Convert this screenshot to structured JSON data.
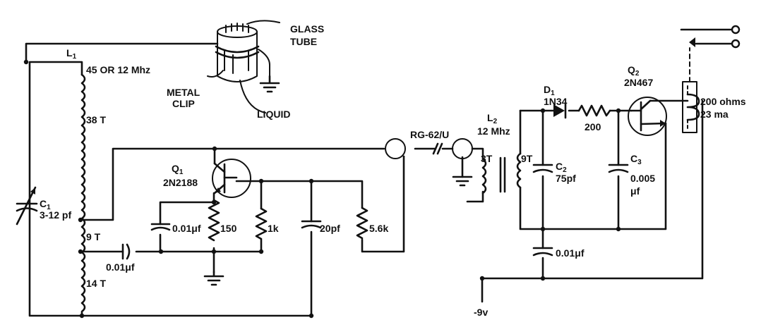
{
  "sensor": {
    "glass_tube_label": [
      "GLASS",
      "TUBE"
    ],
    "metal_clip_label": [
      "METAL",
      "CLIP"
    ],
    "liquid_label": "LIQUID"
  },
  "tank": {
    "inductor_ref": "L",
    "inductor_sub": "1",
    "frequency": "45 OR 12 Mhz",
    "turns_upper": "38 T",
    "turns_tap": "9 T",
    "turns_lower": "14 T",
    "cap_ref": "C",
    "cap_sub": "1",
    "cap_value": "3-12 pf"
  },
  "oscillator": {
    "transistor_ref": "Q",
    "transistor_sub": "1",
    "transistor_part": "2N2188",
    "coupling_cap": "0.01μf",
    "emitter_bypass_cap": "0.01μf",
    "emitter_resistor": "150",
    "resistor_1k": "1k",
    "cap_20pf": "20pf",
    "resistor_5_6k": "5.6k"
  },
  "cable": {
    "type": "RG-62/U"
  },
  "receiver": {
    "inductor_ref": "L",
    "inductor_sub": "2",
    "frequency": "12 Mhz",
    "primary_turns": "3T",
    "secondary_turns": "9T",
    "c2_ref": "C",
    "c2_sub": "2",
    "c2_value": "75pf",
    "diode_ref": "D",
    "diode_sub": "1",
    "diode_part": "1N34",
    "series_resistor": "200",
    "c3_ref": "C",
    "c3_sub": "3",
    "c3_value_1": "0.005",
    "c3_value_2": "μf",
    "supply_bypass_cap": "0.01μf",
    "supply_voltage": "-9v"
  },
  "output": {
    "transistor_ref": "Q",
    "transistor_sub": "2",
    "transistor_part": "2N467",
    "relay_coil_resistance": "200 ohms",
    "relay_coil_current": "23 ma"
  }
}
